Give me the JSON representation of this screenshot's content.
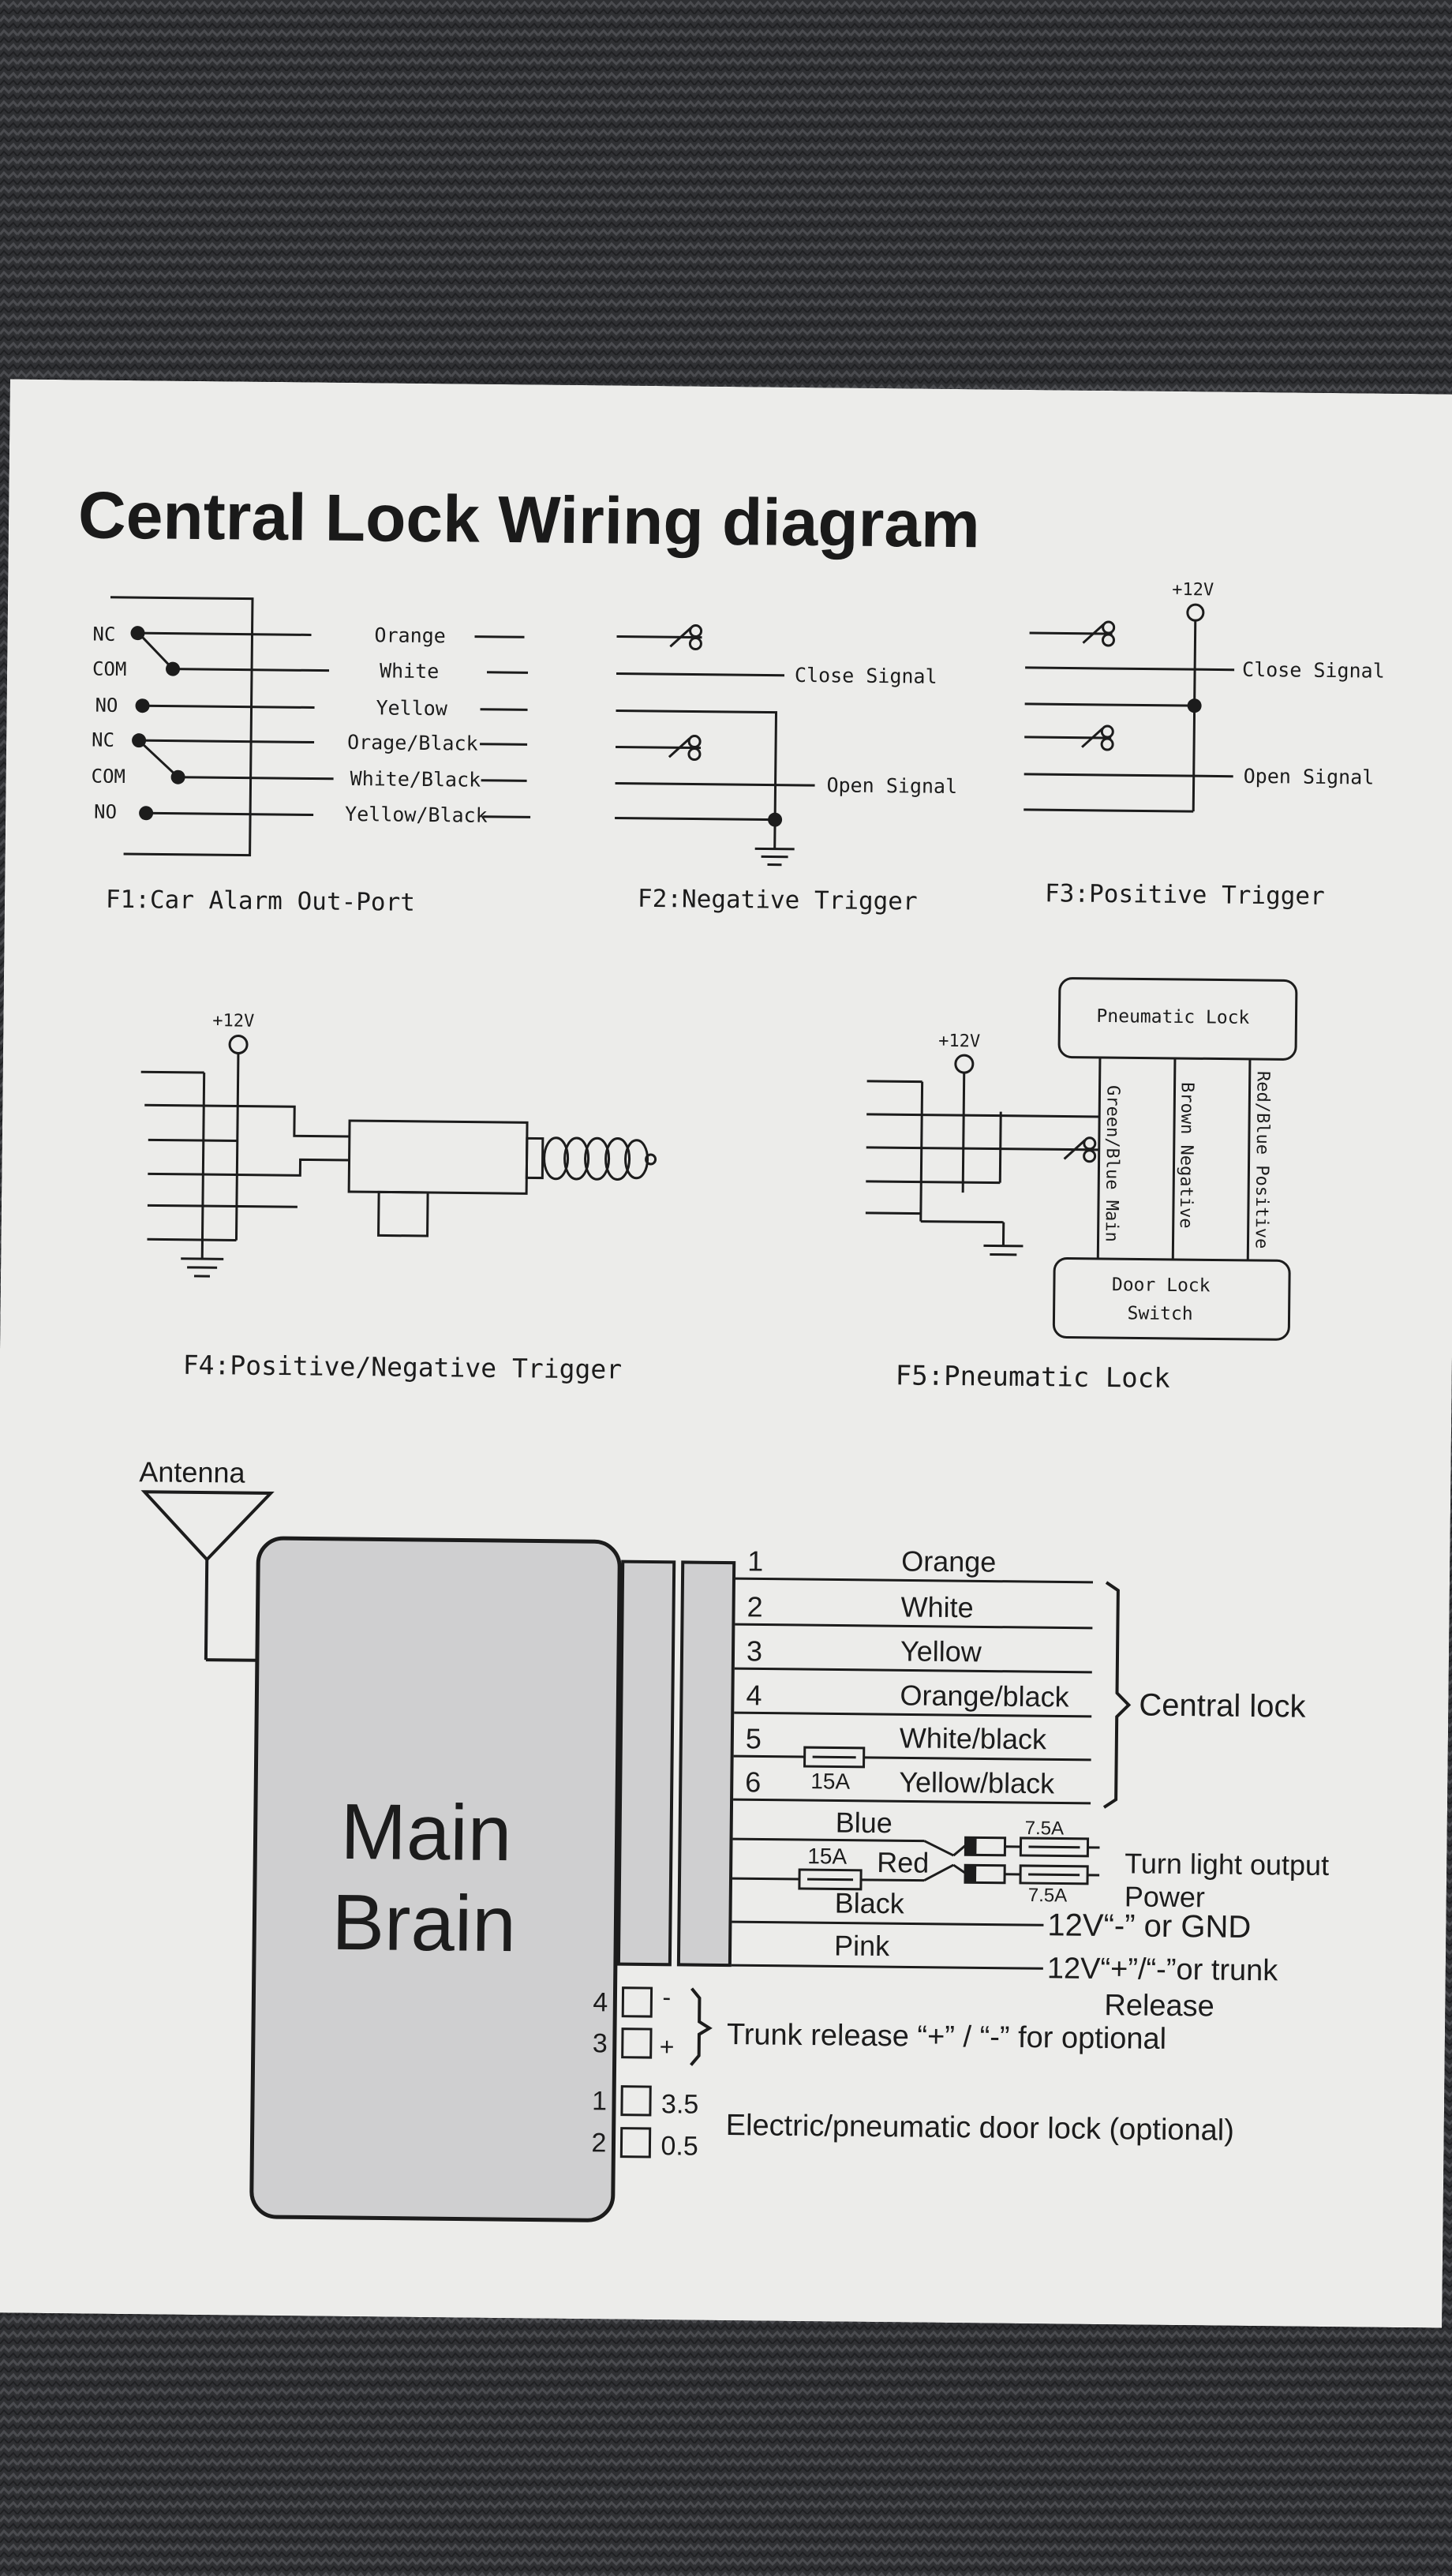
{
  "title": "Central Lock Wiring diagram",
  "f1": {
    "caption": "F1:Car Alarm Out-Port",
    "terminals": [
      "NC",
      "COM",
      "NO",
      "NC",
      "COM",
      "NO"
    ],
    "wires": [
      "Orange",
      "White",
      "Yellow",
      "Orage/Black",
      "White/Black",
      "Yellow/Black"
    ]
  },
  "f2": {
    "caption": "F2:Negative Trigger",
    "close": "Close Signal",
    "open": "Open Signal"
  },
  "f3": {
    "caption": "F3:Positive Trigger",
    "v": "+12V",
    "close": "Close Signal",
    "open": "Open Signal"
  },
  "f4": {
    "caption": "F4:Positive/Negative Trigger",
    "v": "+12V"
  },
  "f5": {
    "caption": "F5:Pneumatic Lock",
    "v": "+12V",
    "top_box": "Pneumatic Lock",
    "bottom_box_1": "Door Lock",
    "bottom_box_2": "Switch",
    "wire_1": "Green/Blue Main",
    "wire_2": "Brown Negative",
    "wire_3": "Red/Blue Positive"
  },
  "main": {
    "antenna": "Antenna",
    "brain_1": "Main",
    "brain_2": "Brain",
    "pins": [
      "1",
      "2",
      "3",
      "4",
      "5",
      "6"
    ],
    "colors": [
      "Orange",
      "White",
      "Yellow",
      "Orange/black",
      "White/black",
      "Yellow/black"
    ],
    "central_lock": "Central lock",
    "fuse_15a": "15A",
    "fuse_7_5a": "7.5A",
    "blue": "Blue",
    "red": "Red",
    "black": "Black",
    "pink": "Pink",
    "turn_light": "Turn light output",
    "power": "Power",
    "gnd": "12V“-” or GND",
    "trunk_line": "12V“+”/“-”or trunk",
    "release": "Release",
    "trunk_desc": "Trunk release “+” / “-” for optional",
    "pin4": "4",
    "pin3": "3",
    "pin1": "1",
    "pin2": "2",
    "minus": "-",
    "plus": "+",
    "v35": "3.5",
    "v05": "0.5",
    "door_lock": "Electric/pneumatic door lock (optional)"
  },
  "colors": {
    "paper": "#ececea",
    "ink": "#1c1c1c",
    "box_fill": "#cfcfd0",
    "fabric": "#2e2f32"
  }
}
